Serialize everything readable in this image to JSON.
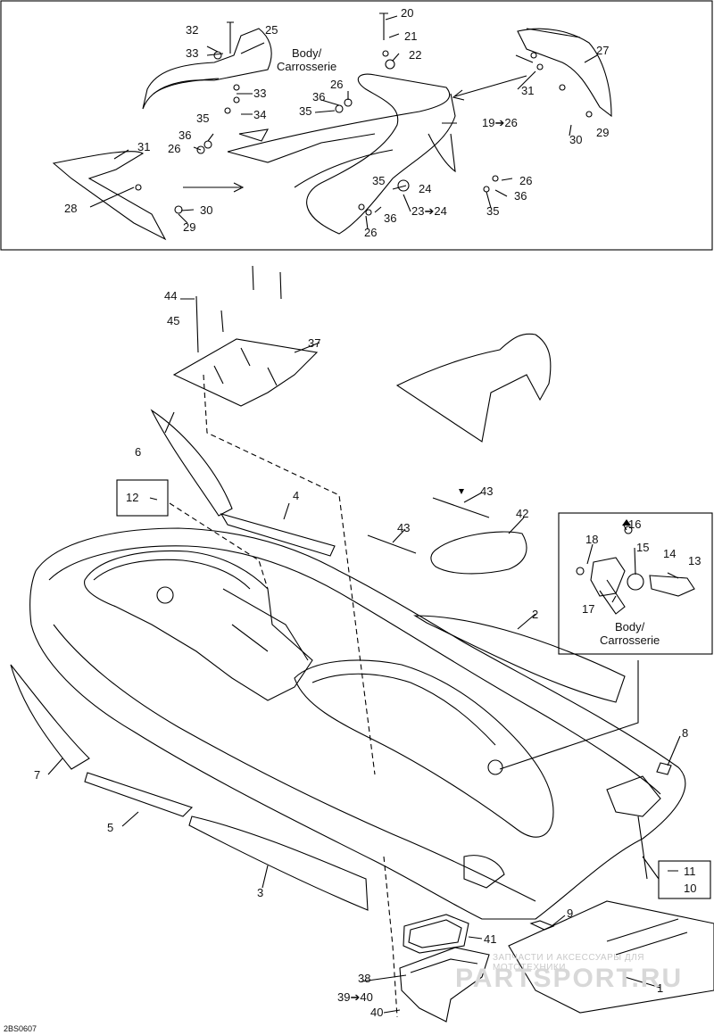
{
  "diagram_code": "2BS0607",
  "body_label": {
    "line1": "Body/",
    "line2": "Carrosserie"
  },
  "callouts": {
    "c1": "1",
    "c2": "2",
    "c3": "3",
    "c4": "4",
    "c5": "5",
    "c6": "6",
    "c7": "7",
    "c8": "8",
    "c9": "9",
    "c10": "10",
    "c11": "11",
    "c12": "12",
    "c13": "13",
    "c14": "14",
    "c15": "15",
    "c16": "16",
    "c17": "17",
    "c18": "18",
    "c19_26": "19➔26",
    "c20": "20",
    "c21": "21",
    "c22": "22",
    "c23_24": "23➔24",
    "c24": "24",
    "c25": "25",
    "c26": "26",
    "c27": "27",
    "c28": "28",
    "c29": "29",
    "c30": "30",
    "c31": "31",
    "c32": "32",
    "c33": "33",
    "c34": "34",
    "c35": "35",
    "c36": "36",
    "c37": "37",
    "c38": "38",
    "c39_40": "39➔40",
    "c40": "40",
    "c41": "41",
    "c42": "42",
    "c43": "43",
    "c44": "44",
    "c45": "45"
  },
  "watermark": {
    "small": "ЗАПЧАСТИ И АКСЕССУАРЫ ДЛЯ МОТОТЕХНИКИ",
    "big": "PARTSPORT.RU"
  }
}
